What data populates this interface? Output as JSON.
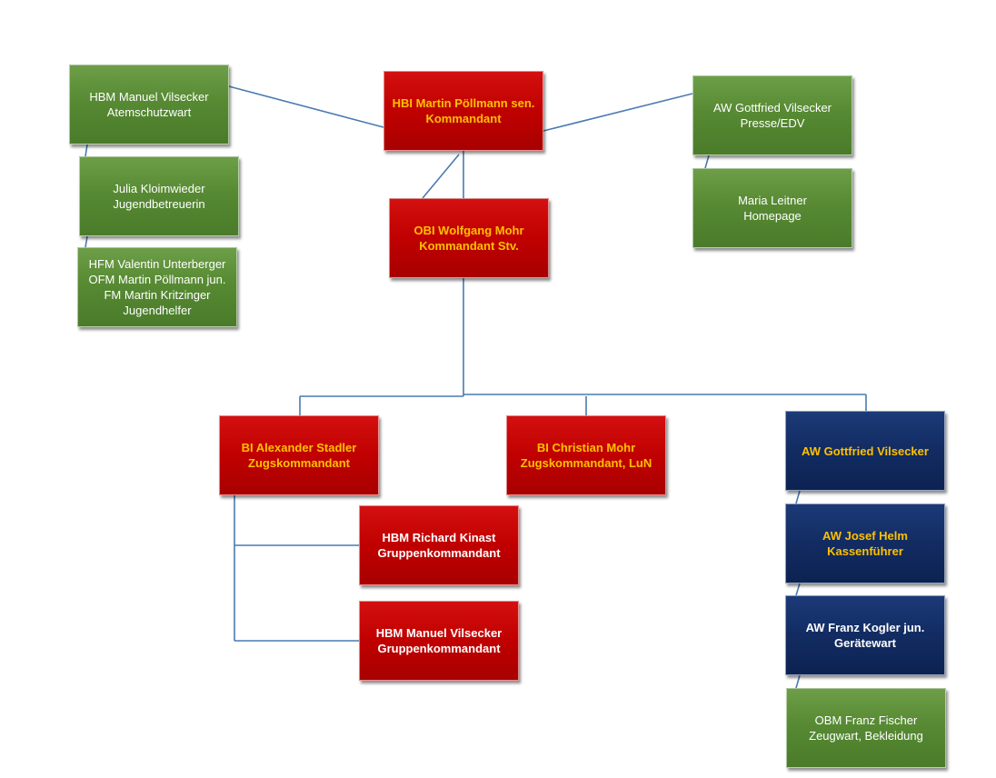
{
  "colors": {
    "connector": "#4a7ab0",
    "green": "#578a33",
    "red": "#c00000",
    "navy": "#122c62",
    "gold_text": "#ffc000",
    "white_text": "#ffffff"
  },
  "org": {
    "kommandant": {
      "line1": "HBI Martin Pöllmann sen.",
      "line2": "Kommandant"
    },
    "kommandant_stv": {
      "line1": "OBI Wolfgang Mohr",
      "line2": "Kommandant Stv."
    },
    "atemschutz": {
      "line1": "HBM Manuel Vilsecker",
      "line2": "Atemschutzwart"
    },
    "jugendbetreuer": {
      "line1": "Julia Kloimwieder",
      "line2": "Jugendbetreuerin"
    },
    "jugendhelfer": {
      "line1": "HFM Valentin Unterberger",
      "line2": "OFM Martin Pöllmann jun.",
      "line3": "FM Martin Kritzinger",
      "line4": "Jugendhelfer"
    },
    "presse": {
      "line1": "AW Gottfried Vilsecker",
      "line2": "Presse/EDV"
    },
    "homepage": {
      "line1": "Maria Leitner",
      "line2": "Homepage"
    },
    "zug1": {
      "line1": "BI Alexander Stadler",
      "line2": "Zugskommandant"
    },
    "zug2": {
      "line1": "BI Christian Mohr",
      "line2": "Zugskommandant, LuN"
    },
    "gruppe1": {
      "line1": "HBM Richard Kinast",
      "line2": "Gruppenkommandant"
    },
    "gruppe2": {
      "line1": "HBM Manuel Vilsecker",
      "line2": "Gruppenkommandant"
    },
    "verwaltung": {
      "line1": "AW Gottfried Vilsecker"
    },
    "kasse": {
      "line1": "AW Josef Helm",
      "line2": "Kassenführer"
    },
    "geraete": {
      "line1": "AW Franz Kogler jun.",
      "line2": "Gerätewart"
    },
    "zeugwart": {
      "line1": "OBM Franz Fischer",
      "line2": "Zeugwart, Bekleidung"
    }
  }
}
